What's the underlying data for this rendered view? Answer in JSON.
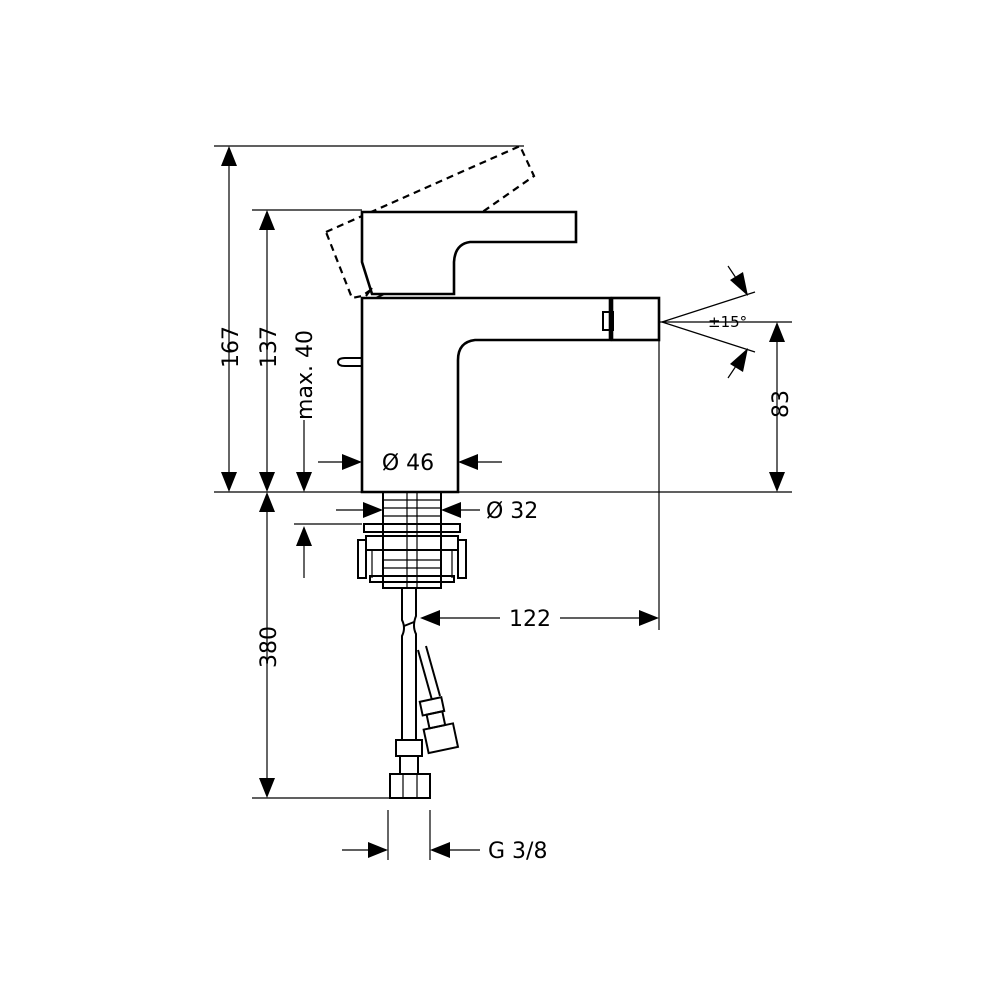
{
  "dimensions": {
    "total_height": "167",
    "handle_height": "137",
    "max_lift": "max. 40",
    "body_diameter": "Ø 46",
    "shank_diameter": "Ø 32",
    "spout_height": "83",
    "spray_angle": "±15°",
    "spout_reach": "122",
    "hose_length": "380",
    "connection_thread": "G 3/8"
  }
}
